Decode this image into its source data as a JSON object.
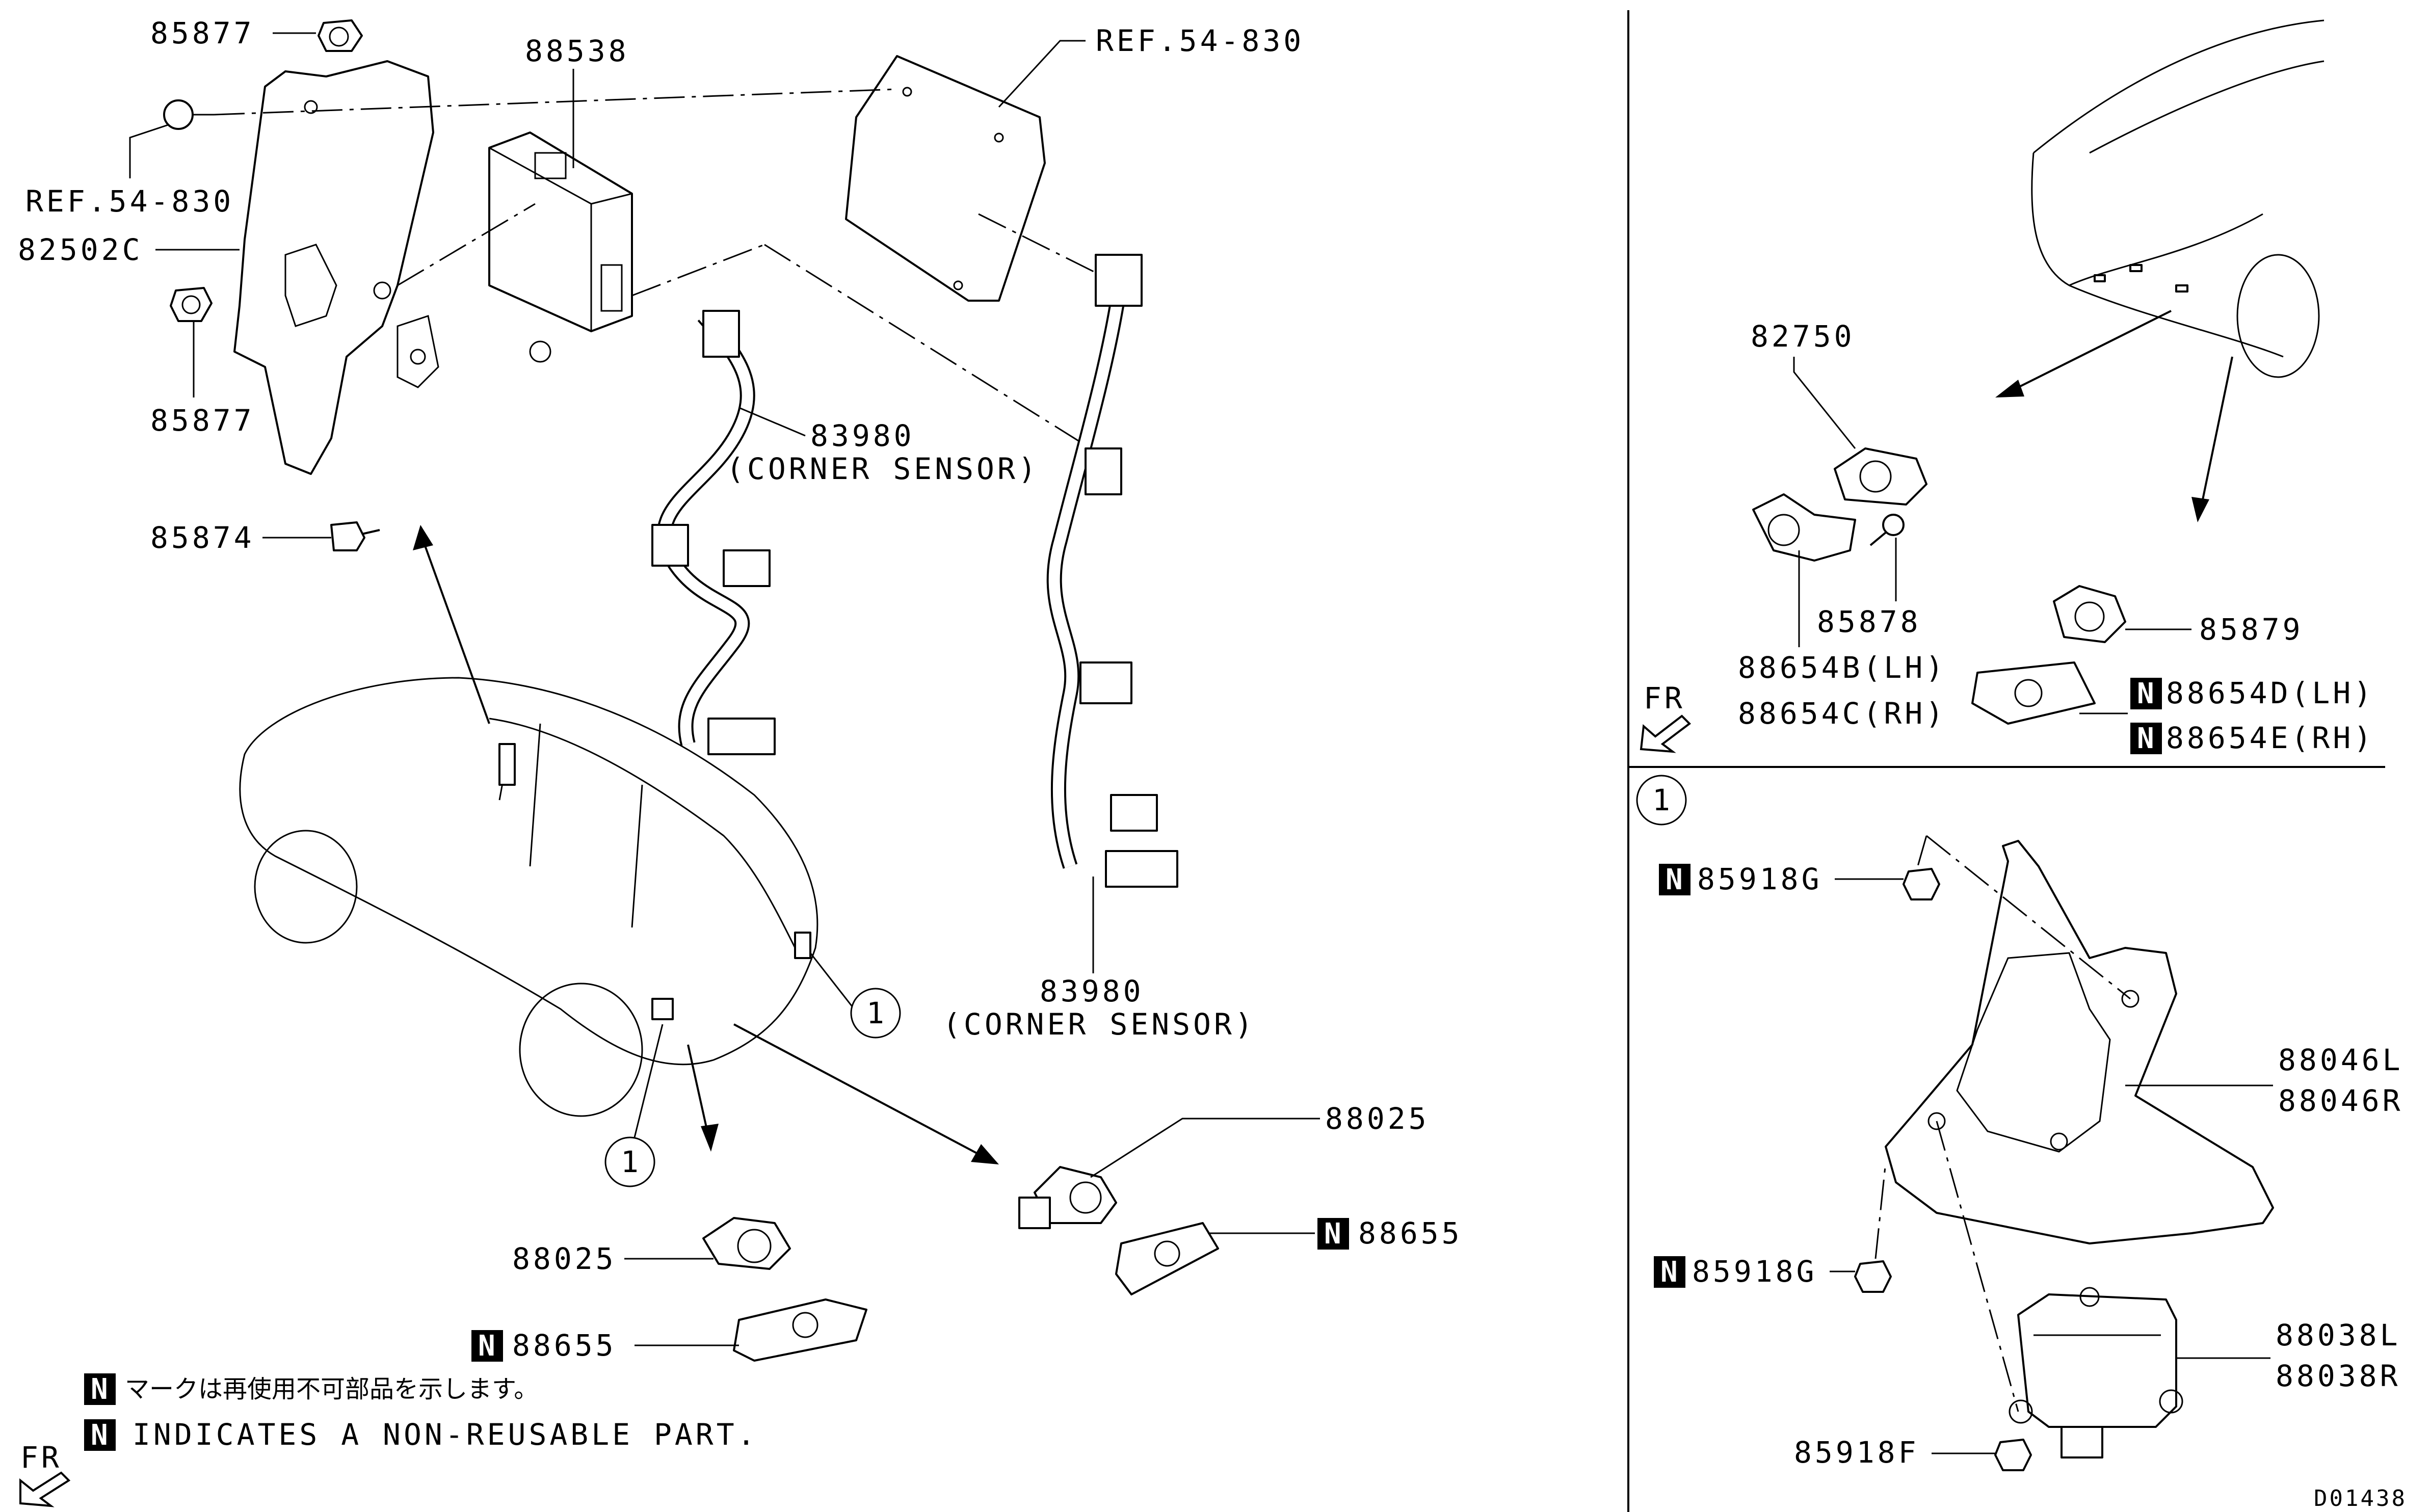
{
  "drawing_id": "D01438",
  "nonreusable_mark": "N",
  "notes": {
    "jp": "マークは再使用不可部品を示します。",
    "en": "INDICATES A NON-REUSABLE PART."
  },
  "labels": {
    "p85877_top": "85877",
    "p88538": "88538",
    "ref_top": "REF.54-830",
    "ref_left": "REF.54-830",
    "p82502c": "82502C",
    "p85877_mid": "85877",
    "p83980_a": "83980",
    "corner_a": "(CORNER SENSOR)",
    "p85874": "85874",
    "p83980_b": "83980",
    "corner_b": "(CORNER SENSOR)",
    "p88025_right": "88025",
    "p88655_right": "88655",
    "p88025_left": "88025",
    "p88655_left": "88655",
    "p82750": "82750",
    "p85878": "85878",
    "p88654b": "88654B(LH)",
    "p88654c": "88654C(RH)",
    "p85879": "85879",
    "p88654d": "88654D(LH)",
    "p88654e": "88654E(RH)",
    "p85918g_top": "85918G",
    "p88046l": "88046L",
    "p88046r": "88046R",
    "p85918g_bot": "85918G",
    "p88038l": "88038L",
    "p88038r": "88038R",
    "p85918f": "85918F"
  },
  "callouts": {
    "c1_front": "1",
    "c1_rear": "1",
    "c1_detail": "1"
  },
  "fr": {
    "bottom_left": "FR",
    "right_panel": "FR"
  }
}
